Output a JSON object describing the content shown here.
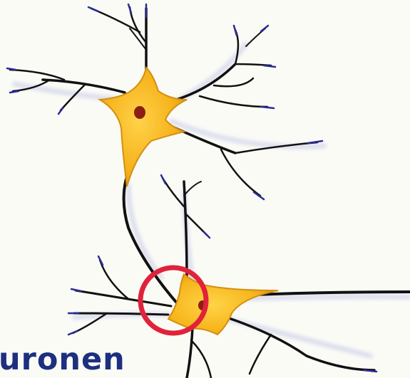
{
  "caption": "uronen",
  "colors": {
    "background": "#fbfbf6",
    "soma_fill": "#f5b21a",
    "soma_edge": "#d58f10",
    "nucleus": "#8a1f12",
    "axon": "#111111",
    "dendrite_tip": "#2a2c98",
    "shadow": "#c9cde8",
    "highlight_circle": "#e0233a",
    "caption_text": "#1d2f80"
  },
  "diagram": {
    "neurons": [
      "neuron-upper",
      "neuron-lower"
    ],
    "highlight": "synapse-circle"
  }
}
